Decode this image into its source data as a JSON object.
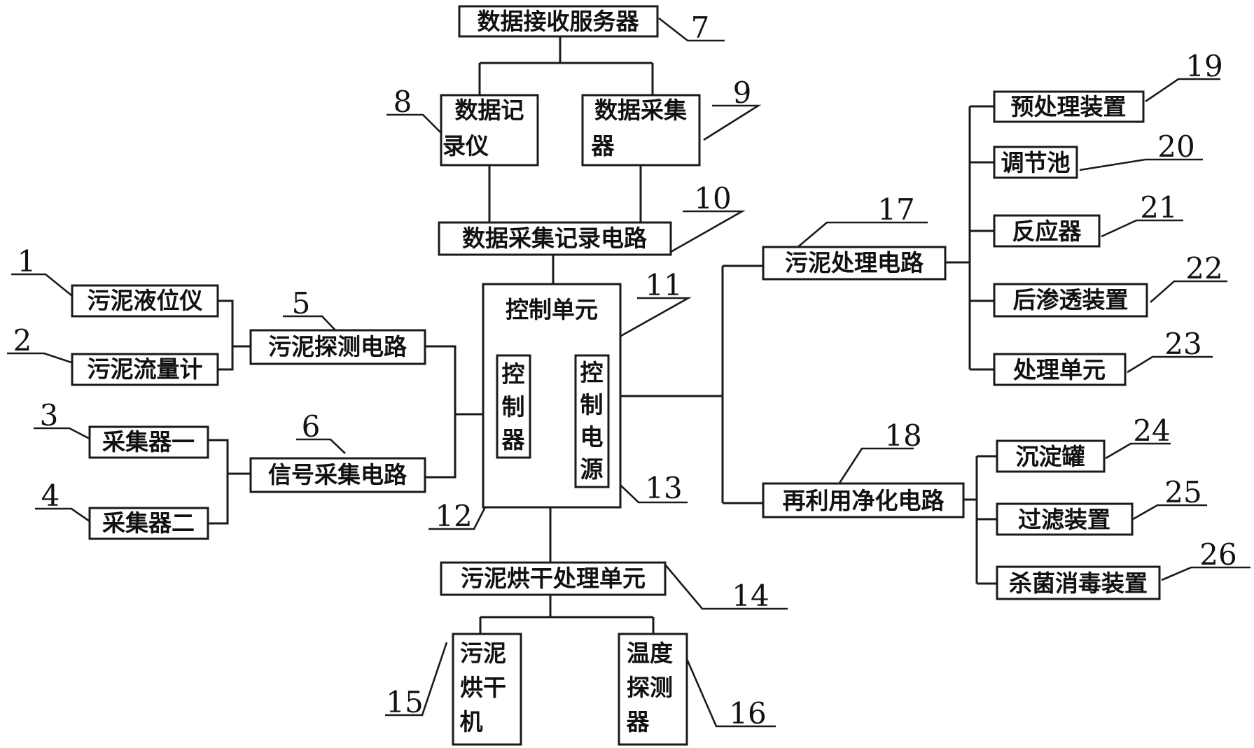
{
  "diagram": {
    "blocks": {
      "b1": {
        "label": "污泥液位仪",
        "number": "1"
      },
      "b2": {
        "label": "污泥流量计",
        "number": "2"
      },
      "b3": {
        "label": "采集器一",
        "number": "3"
      },
      "b4": {
        "label": "采集器二",
        "number": "4"
      },
      "b5": {
        "label": "污泥探测电路",
        "number": "5"
      },
      "b6": {
        "label": "信号采集电路",
        "number": "6"
      },
      "b7": {
        "label": "数据接收服务器",
        "number": "7"
      },
      "b8": {
        "lines": [
          "数据记",
          "录仪"
        ],
        "number": "8"
      },
      "b9": {
        "lines": [
          "数据采集",
          "器"
        ],
        "number": "9"
      },
      "b10": {
        "label": "数据采集记录电路",
        "number": "10"
      },
      "b11": {
        "label": "控制单元",
        "number": "11"
      },
      "b12": {
        "lines": [
          "控",
          "制",
          "器"
        ],
        "number": "12"
      },
      "b13": {
        "lines": [
          "控",
          "制",
          "电",
          "源"
        ],
        "number": "13"
      },
      "b14": {
        "label": "污泥烘干处理单元",
        "number": "14"
      },
      "b15": {
        "lines": [
          "污泥",
          "烘干",
          "机"
        ],
        "number": "15"
      },
      "b16": {
        "lines": [
          "温度",
          "探测",
          "器"
        ],
        "number": "16"
      },
      "b17": {
        "label": "污泥处理电路",
        "number": "17"
      },
      "b18": {
        "label": "再利用净化电路",
        "number": "18"
      },
      "b19": {
        "label": "预处理装置",
        "number": "19"
      },
      "b20": {
        "label": "调节池",
        "number": "20"
      },
      "b21": {
        "label": "反应器",
        "number": "21"
      },
      "b22": {
        "label": "后渗透装置",
        "number": "22"
      },
      "b23": {
        "label": "处理单元",
        "number": "23"
      },
      "b24": {
        "label": "沉淀罐",
        "number": "24"
      },
      "b25": {
        "label": "过滤装置",
        "number": "25"
      },
      "b26": {
        "label": "杀菌消毒装置",
        "number": "26"
      }
    }
  }
}
